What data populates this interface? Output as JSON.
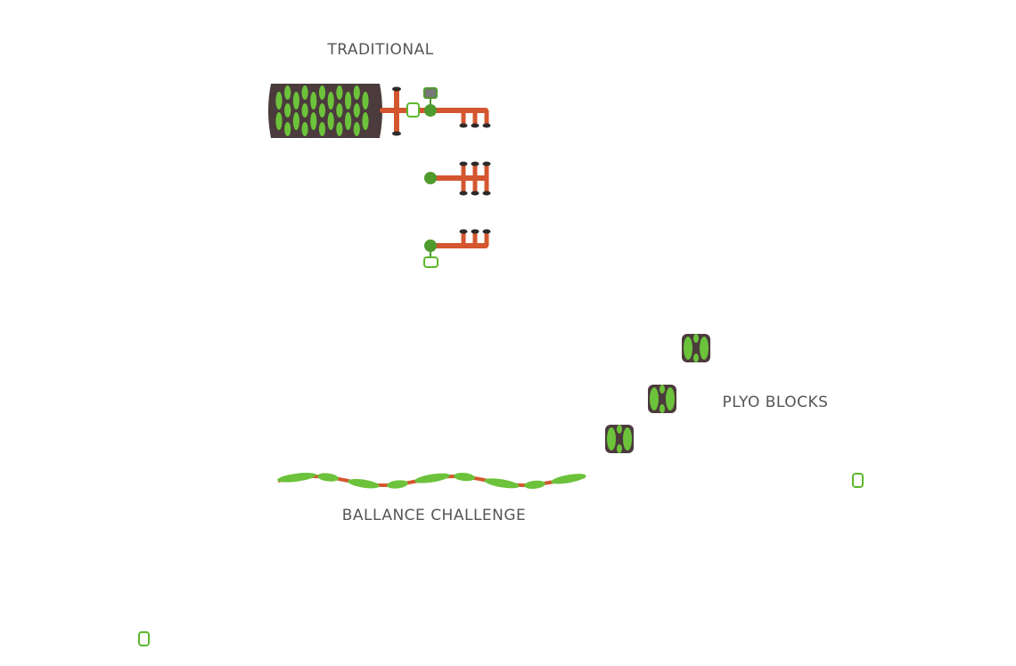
{
  "labels": {
    "traditional": "TRADITIONAL",
    "plyo_blocks": "PLYO BLOCKS",
    "balance_challenge": "BALLANCE CHALLENGE"
  },
  "colors": {
    "mat": "#4b3b3c",
    "green": "#6cc23a",
    "bar": "#d4562f",
    "cap": "#2d2a2a",
    "ball": "#4f9a2c",
    "text": "#555555"
  },
  "equipment": [
    {
      "group": "traditional",
      "item": "station-1",
      "legs": 3,
      "has_mat": true
    },
    {
      "group": "traditional",
      "item": "station-2",
      "legs": 3
    },
    {
      "group": "traditional",
      "item": "station-3",
      "legs": 3
    },
    {
      "group": "plyo_blocks",
      "count": 3
    },
    {
      "group": "balance_challenge",
      "pads": 9
    }
  ]
}
